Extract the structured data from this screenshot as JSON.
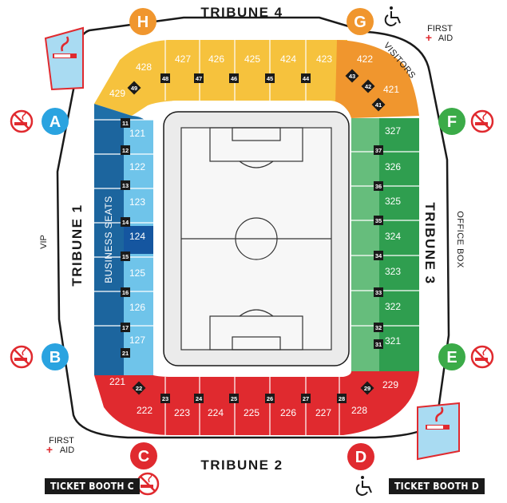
{
  "tribunes": {
    "north": "TRIBUNE 4",
    "south": "TRIBUNE 2",
    "west": "TRIBUNE 1",
    "east": "TRIBUNE 3"
  },
  "side_labels": {
    "vip": "VIP",
    "office_box": "OFFICE BOX",
    "visitors": "VISITORS",
    "business_seats": "BUSINESS SEATS"
  },
  "first_aid": {
    "line1": "FIRST",
    "line2": "AID",
    "cross": "+"
  },
  "ticket_booths": {
    "c": "TICKET BOOTH C",
    "d": "TICKET BOOTH D"
  },
  "gates": [
    "A",
    "B",
    "C",
    "D",
    "E",
    "F",
    "G",
    "H"
  ],
  "sections": {
    "tribune4": [
      "428",
      "427",
      "426",
      "425",
      "424",
      "423",
      "429"
    ],
    "visitors": [
      "422",
      "421"
    ],
    "tribune1": [
      "121",
      "122",
      "123",
      "124",
      "125",
      "126",
      "127"
    ],
    "tribune3": [
      "327",
      "326",
      "325",
      "324",
      "323",
      "322",
      "321"
    ],
    "tribune2": [
      "221",
      "222",
      "223",
      "224",
      "225",
      "226",
      "227",
      "228",
      "229"
    ]
  },
  "entrances": {
    "north": [
      "49",
      "48",
      "47",
      "46",
      "45",
      "44",
      "43",
      "42",
      "41"
    ],
    "west": [
      "11",
      "12",
      "13",
      "14",
      "15",
      "16",
      "17",
      "21"
    ],
    "east": [
      "37",
      "36",
      "35",
      "34",
      "33",
      "32",
      "31"
    ],
    "south": [
      "22",
      "23",
      "24",
      "25",
      "26",
      "27",
      "28",
      "29"
    ]
  },
  "colors": {
    "tribune4": "#f6c23d",
    "visitors": "#f0962e",
    "tribune1_dark": "#1f6fa8",
    "tribune1_light": "#6fc4ea",
    "business": "#1556a0",
    "tribune3_dark": "#2f9e4f",
    "tribune3_light": "#66bd7c",
    "tribune2": "#e02a2f",
    "gate_blue": "#2aa3e0",
    "gate_green": "#3bab48",
    "gate_orange": "#f0962e",
    "gate_red": "#e02a2f",
    "pitch_bg": "#f2f2f2"
  },
  "icons": [
    "no-smoking-icon",
    "smoking-area-icon",
    "wheelchair-icon",
    "first-aid-cross-icon"
  ]
}
